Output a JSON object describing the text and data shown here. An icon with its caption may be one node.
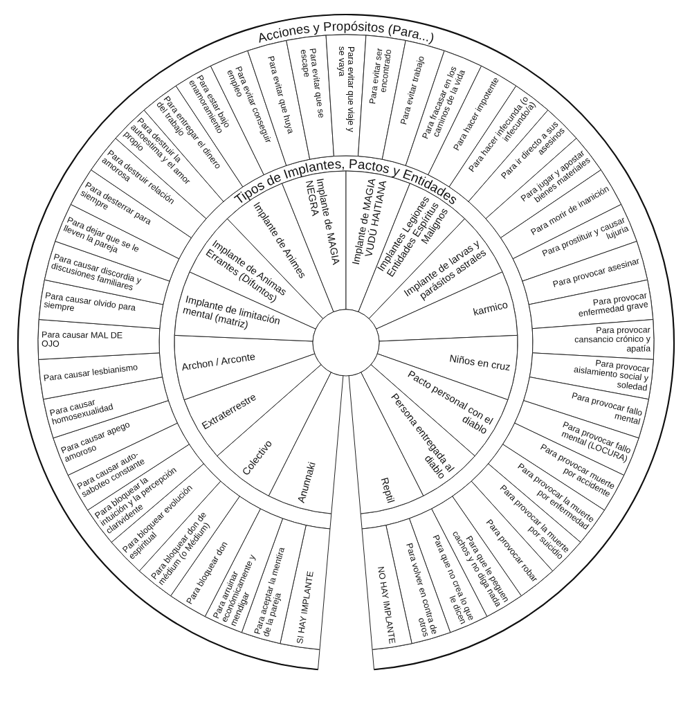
{
  "diagram": {
    "nodes": [
      {
        "text": [
          "Anunnaki"
        ]
      },
      {
        "text": [
          "Colectivo"
        ]
      },
      {
        "text": [
          "Extraterrestre"
        ]
      },
      {
        "text": [
          "Archon / Arconte"
        ]
      },
      {
        "text": [
          "Implante de limitación mental (matriz)"
        ]
      },
      {
        "text": [
          "Implante de Animas Errantes (Difuntos)"
        ]
      },
      {
        "text": [
          "Implante de Animes"
        ]
      },
      {
        "text": [
          "Implante de MAGIA NEGRA"
        ]
      },
      {
        "text": [
          "Implante de MAGIA VUDÚ HAITIANA"
        ]
      },
      {
        "text": [
          "Implantes Legiones Entidades Espíritus Malignos"
        ]
      },
      {
        "text": [
          "Implante de larvas y parásitos astrales"
        ]
      },
      {
        "text": [
          "karmico"
        ]
      },
      {
        "text": [
          "Niños en cruz"
        ]
      },
      {
        "text": [
          "Pacto personal con el diablo"
        ]
      },
      {
        "text": [
          "Persona entregada al diablo"
        ]
      },
      {
        "text": [
          "Reptil"
        ]
      },
      {
        "text": [
          "SI HAY IMPLANTE"
        ]
      },
      {
        "text": [
          "Para aceptar la mentira de la pareja"
        ]
      },
      {
        "text": [
          "Para arruinar económicamente y mendigar"
        ]
      },
      {
        "text": [
          "Para bloquear don"
        ]
      },
      {
        "text": [
          "Para bloquear don de médium (o Médium)"
        ]
      },
      {
        "text": [
          "Para bloquear evolución espiritual"
        ]
      },
      {
        "text": [
          "Para bloquear la intuición y la percepción clarividente"
        ]
      },
      {
        "text": [
          "Para causar auto-saboteo constante"
        ]
      },
      {
        "text": [
          "Para causar apego amoroso"
        ]
      },
      {
        "text": [
          "Para causar homosexualidad"
        ]
      },
      {
        "text": [
          "Para causar lesbianismo"
        ]
      },
      {
        "text": [
          "Para causar MAL DE OJO"
        ]
      },
      {
        "text": [
          "Para causar olvido para siempre"
        ]
      },
      {
        "text": [
          "Para causar discordia y discusiones familiares"
        ]
      },
      {
        "text": [
          "Para dejar que se le lleven la pareja"
        ]
      },
      {
        "text": [
          "Para desterrar para siempre"
        ]
      },
      {
        "text": [
          "Para destruir relación amorosa"
        ]
      },
      {
        "text": [
          "Para destruir la autoestima y el amor propio"
        ]
      },
      {
        "text": [
          "Para entregar el dinero del trabajo"
        ]
      },
      {
        "text": [
          "Para estar bajo enamoramiento"
        ]
      },
      {
        "text": [
          "Para evitar conseguir empleo"
        ]
      },
      {
        "text": [
          "Para evitar que huya"
        ]
      },
      {
        "text": [
          "Para evitar que se escape"
        ]
      },
      {
        "text": [
          "Para evitar que viaje y se vaya"
        ]
      },
      {
        "text": [
          "Para evitar ser encontrado"
        ]
      },
      {
        "text": [
          "Para evitar trabajo"
        ]
      },
      {
        "text": [
          "Para fracasar en los caminos de la vida"
        ]
      },
      {
        "text": [
          "Para hacer impotente"
        ]
      },
      {
        "text": [
          "Para hacer infecunda (o infecundo/a)"
        ]
      },
      {
        "text": [
          "Para ir directo a sus asesinos"
        ]
      },
      {
        "text": [
          "Para jugar y apostar bienes materiales"
        ]
      },
      {
        "text": [
          "Para morir de inanición"
        ]
      },
      {
        "text": [
          "Para prostituir y causar lujuria"
        ]
      },
      {
        "text": [
          "Para provocar asesinar"
        ]
      },
      {
        "text": [
          "Para provocar enfermedad grave"
        ]
      },
      {
        "text": [
          "Para provocar cansancio crónico y apatía"
        ]
      },
      {
        "text": [
          "Para provocar aislamiento social y soledad"
        ]
      },
      {
        "text": [
          "Para provocar fallo mental"
        ]
      },
      {
        "text": [
          "Para provocar fallo mental (LOCURA)"
        ]
      },
      {
        "text": [
          "Para provocar muerte por accidente"
        ]
      },
      {
        "text": [
          "Para provocar la muerte por enfermedad"
        ]
      },
      {
        "text": [
          "Para provocar la muerte por suicidio"
        ]
      },
      {
        "text": [
          "Para provocar robar"
        ]
      },
      {
        "text": [
          "Para que le peguen cachos y no diga nada"
        ]
      },
      {
        "text": [
          "Para que no crea lo que le dicen"
        ]
      },
      {
        "text": [
          "Para volver en contra de otros"
        ]
      },
      {
        "text": [
          "NO HAY IMPLANTE"
        ]
      },
      {
        "text": [],
        "shape": "circle"
      }
    ],
    "labels": [
      "Acciones y Propósitos (Para...)",
      "Tipos de Implantes, Pactos y Entidades"
    ]
  }
}
